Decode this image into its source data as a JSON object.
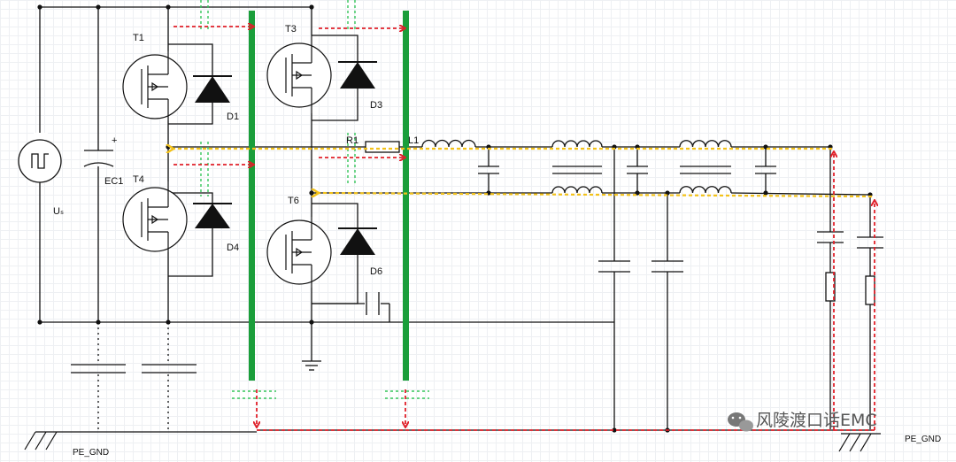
{
  "labels": {
    "t1": "T1",
    "t3": "T3",
    "t4": "T4",
    "t6": "T6",
    "d1": "D1",
    "d3": "D3",
    "d4": "D4",
    "d6": "D6",
    "r1": "R1",
    "l1": "L1",
    "ec1": "EC1",
    "plus": "+",
    "us": "Uₛ",
    "pe_gnd_left": "PE_GND",
    "pe_gnd_right": "PE_GND"
  },
  "watermark": "风陵渡口话EMC",
  "colors": {
    "wire": "#111111",
    "heatsink": "#1a9e3a",
    "red_path": "#e0202a",
    "yellow_path": "#f3c21a",
    "green_path": "#35c55a",
    "grid": "#eef0f3"
  },
  "icons": [
    "pulse-source-icon",
    "wechat-icon",
    "ground-icon"
  ]
}
